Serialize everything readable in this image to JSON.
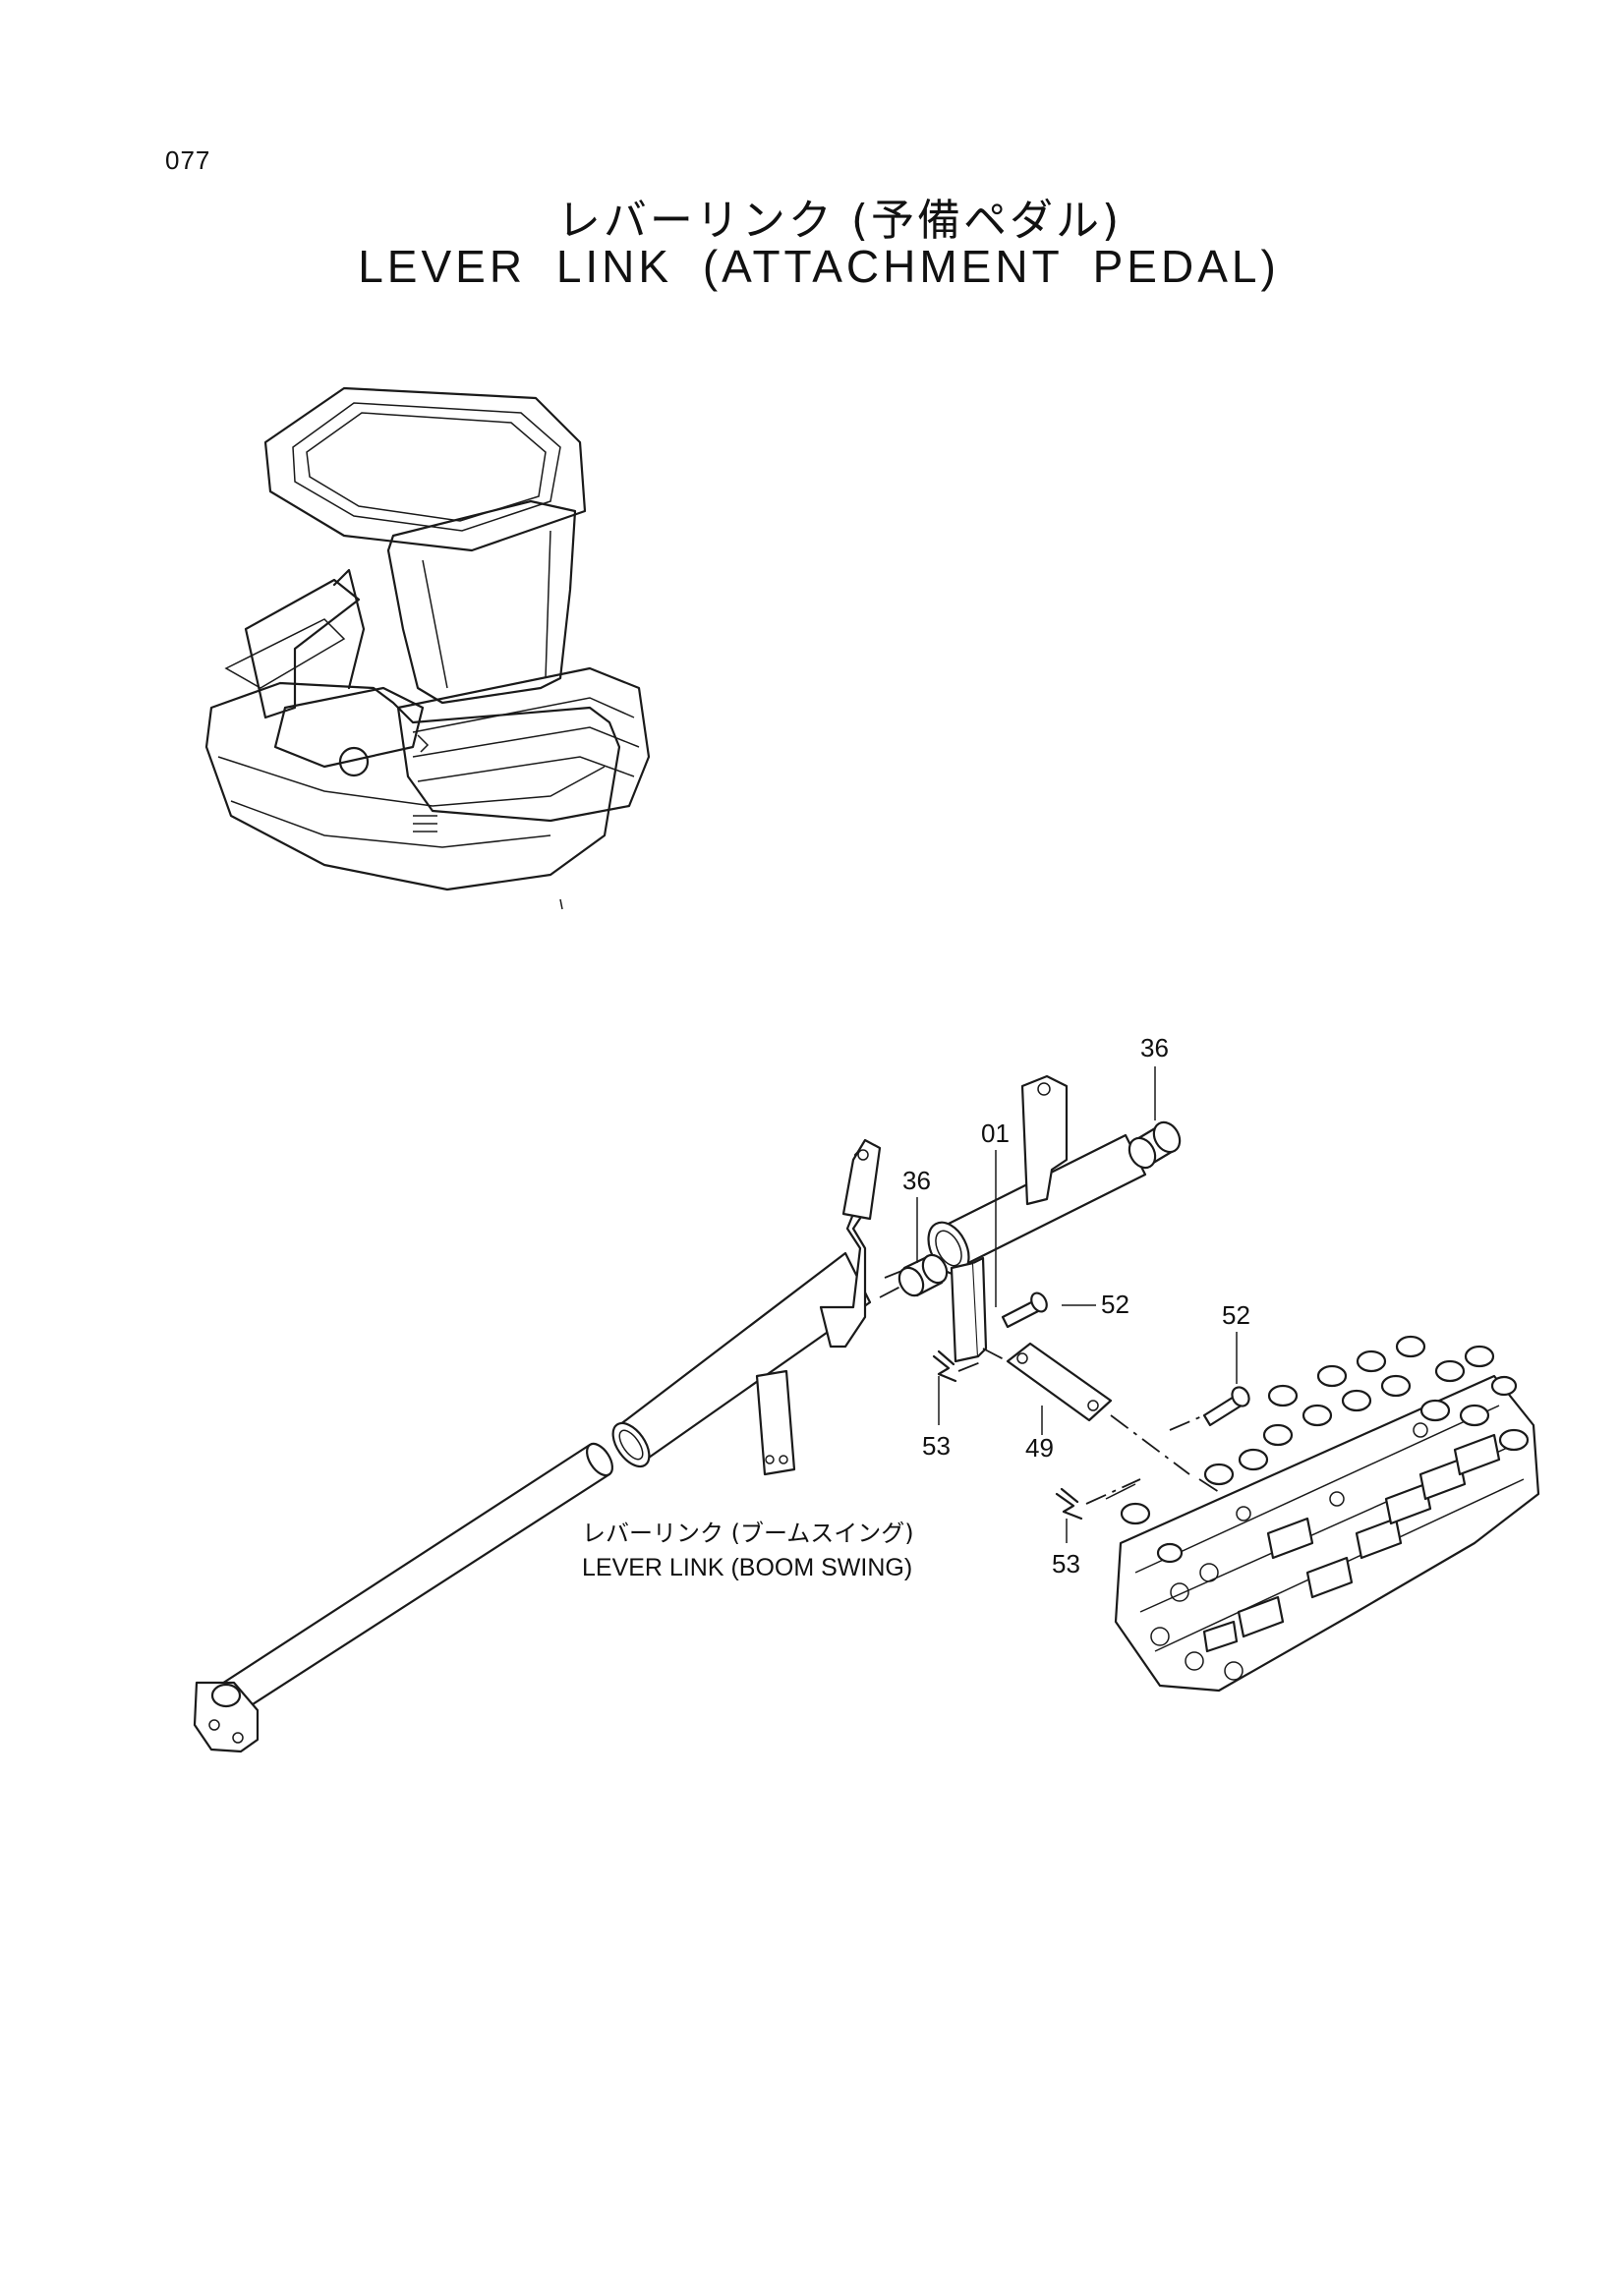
{
  "page_number": "077",
  "title_jp": "レバーリンク (予備ペダル)",
  "title_en": "LEVER LINK (ATTACHMENT PEDAL)",
  "sub_assembly": {
    "label_jp": "レバーリンク (ブームスイング)",
    "label_en": "LEVER LINK (BOOM SWING)"
  },
  "callouts": {
    "c36_top": "36",
    "c01": "01",
    "c36_mid": "36",
    "c52_mid": "52",
    "c52_right": "52",
    "c53_left": "53",
    "c49": "49",
    "c53_bottom": "53"
  },
  "icons": {
    "cab_view": "operator-cab-icon",
    "valve": "control-valve-icon"
  }
}
